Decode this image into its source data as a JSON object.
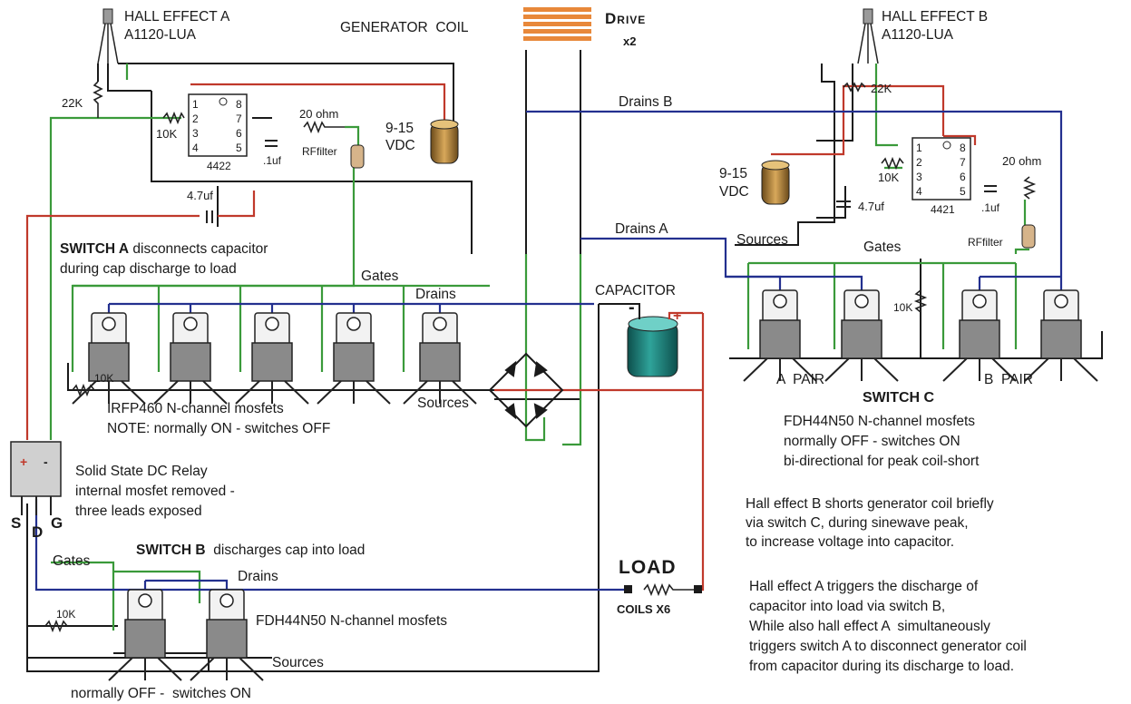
{
  "hall_a": {
    "title": "HALL EFFECT A",
    "part": "A1120-LUA"
  },
  "hall_b": {
    "title": "HALL EFFECT B",
    "part": "A1120-LUA"
  },
  "generator": {
    "label": "GENERATOR  COIL",
    "drive": "Drive",
    "count": "x2"
  },
  "drains_a": "Drains A",
  "drains_b": "Drains B",
  "driver_a": {
    "chip": "4422",
    "pins_left": [
      "1",
      "2",
      "3",
      "4"
    ],
    "pins_right": [
      "8",
      "7",
      "6",
      "5"
    ],
    "r_pullup": "22K",
    "r_in": "10K",
    "r_out": "20 ohm",
    "cap": ".1uf",
    "rf": "RFfilter",
    "battery": [
      "9-15",
      "VDC"
    ],
    "cap_big": "4.7uf"
  },
  "driver_b": {
    "chip": "4421",
    "pins_left": [
      "1",
      "2",
      "3",
      "4"
    ],
    "pins_right": [
      "8",
      "7",
      "6",
      "5"
    ],
    "r_pullup": "22K",
    "r_in": "10K",
    "r_out": "20 ohm",
    "cap": ".1uf",
    "rf": "RFfilter",
    "battery": [
      "9-15",
      "VDC"
    ],
    "cap_big": "4.7uf"
  },
  "switch_a": {
    "title": "SWITCH A",
    "desc1": "disconnects capacitor",
    "desc2": "during cap discharge to load",
    "gates": "Gates",
    "drains": "Drains",
    "sources": "Sources",
    "resistor": "10K",
    "part": "IRFP460 N-channel mosfets",
    "note": "NOTE: normally ON - switches OFF"
  },
  "capacitor": {
    "label": "CAPACITOR",
    "minus": "-",
    "plus": "+"
  },
  "relay": {
    "line1": "Solid State DC Relay",
    "line2": "internal mosfet removed -",
    "line3": "three leads exposed",
    "pins": [
      "S",
      "D",
      "G"
    ],
    "plus": "+",
    "minus": "-"
  },
  "switch_b": {
    "title": "SWITCH B",
    "desc": "discharges cap into load",
    "gates": "Gates",
    "drains": "Drains",
    "sources": "Sources",
    "resistor": "10K",
    "part": "FDH44N50 N-channel mosfets",
    "note": "normally OFF -  switches ON"
  },
  "load": {
    "title": "LOAD",
    "sub": "COILS X6"
  },
  "switch_c": {
    "title": "SWITCH C",
    "sources": "Sources",
    "gates": "Gates",
    "resistor": "10K",
    "pair_a": "A  PAIR",
    "pair_b": "B  PAIR",
    "line1": "FDH44N50 N-channel mosfets",
    "line2": "normally OFF - switches ON",
    "line3": "bi-directional for peak coil-short"
  },
  "notes": {
    "hall_b": [
      "Hall effect B shorts generator coil briefly",
      "via switch C, during sinewave peak,",
      "to increase voltage into capacitor."
    ],
    "hall_a": [
      "Hall effect A triggers the discharge of",
      "capacitor into load via switch B,",
      "While also hall effect A  simultaneously",
      "triggers switch A to disconnect generator coil",
      "from capacitor during its discharge to load."
    ]
  },
  "colors": {
    "wire_black": "#1a1a1a",
    "wire_green": "#3a9a3a",
    "wire_red": "#c0392b",
    "wire_blue": "#23308f",
    "mosfet": "#8a8a8a",
    "coil": "#e8883a",
    "cap_body": "#1f7f7a"
  }
}
